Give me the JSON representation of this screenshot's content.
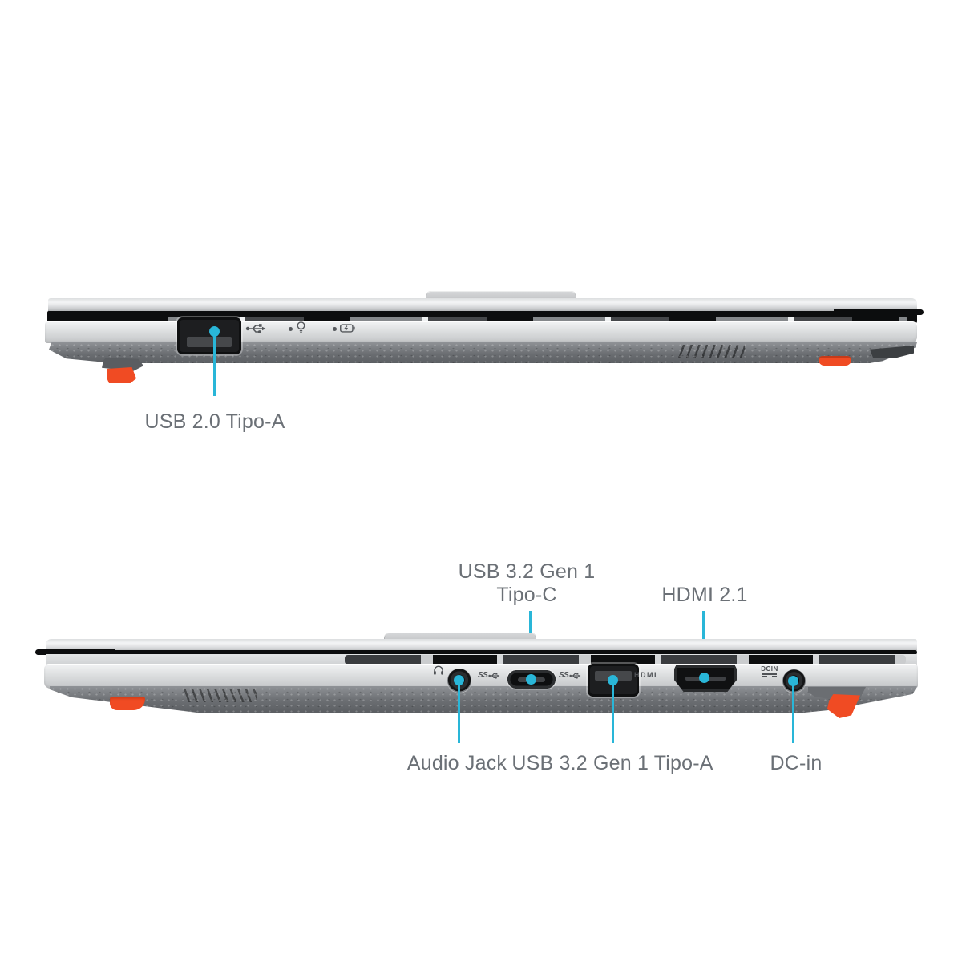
{
  "style": {
    "background": "#ffffff",
    "accent_color": "#29b6d8",
    "label_color": "#6b7076",
    "foot_color": "#f04b23"
  },
  "top_view": {
    "callout": {
      "label": "USB 2.0 Tipo-A",
      "target": "usb-a-port"
    },
    "icons": {
      "usb_port": "usb-trident-icon",
      "power_led": "power-led-icon",
      "battery_led": "battery-charging-led-icon"
    }
  },
  "bottom_view": {
    "callouts_above": [
      {
        "lines": [
          "USB 3.2 Gen 1",
          "Tipo-C"
        ],
        "target": "usb-c-port"
      },
      {
        "lines": [
          "HDMI 2.1"
        ],
        "target": "hdmi-port"
      }
    ],
    "callouts_below": [
      {
        "label": "Audio Jack",
        "target": "audio-jack-port"
      },
      {
        "label": "USB 3.2 Gen 1 Tipo-A",
        "target": "usb-a-port"
      },
      {
        "label": "DC-in",
        "target": "dc-in-port"
      }
    ],
    "chassis_markings": {
      "usb_superspeed": "SS",
      "hdmi": "HDMI",
      "dc_in": "DCIN"
    },
    "icons": {
      "audio_jack": "headphone-icon",
      "usb_superspeed": "superspeed-usb-icon"
    }
  }
}
